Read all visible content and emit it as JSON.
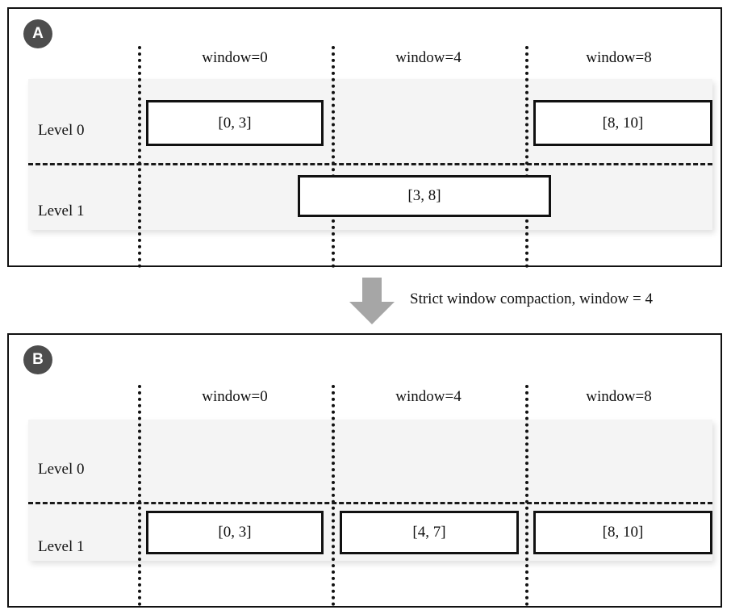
{
  "panels": [
    {
      "id": "A",
      "badge": "A",
      "window_labels": [
        "window=0",
        "window=4",
        "window=8"
      ],
      "level_labels": [
        "Level 0",
        "Level 1"
      ],
      "boxes": [
        {
          "label": "[0, 3]",
          "level": "Level 0",
          "window": "window=0"
        },
        {
          "label": "[8, 10]",
          "level": "Level 0",
          "window": "window=8"
        },
        {
          "label": "[3, 8]",
          "level": "Level 1",
          "window": "window=4"
        }
      ]
    },
    {
      "id": "B",
      "badge": "B",
      "window_labels": [
        "window=0",
        "window=4",
        "window=8"
      ],
      "level_labels": [
        "Level 0",
        "Level 1"
      ],
      "boxes": [
        {
          "label": "[0, 3]",
          "level": "Level 1",
          "window": "window=0"
        },
        {
          "label": "[4, 7]",
          "level": "Level 1",
          "window": "window=4"
        },
        {
          "label": "[8, 10]",
          "level": "Level 1",
          "window": "window=8"
        }
      ]
    }
  ],
  "transition": {
    "caption": "Strict window compaction, window = 4",
    "arrow": "down-arrow-icon"
  },
  "colors": {
    "badge_fill": "#4d4d4d",
    "badge_text": "#ffffff",
    "band_fill": "#f4f4f4",
    "arrow_fill": "#a6a6a6",
    "line": "#111111",
    "box_fill": "#ffffff"
  }
}
